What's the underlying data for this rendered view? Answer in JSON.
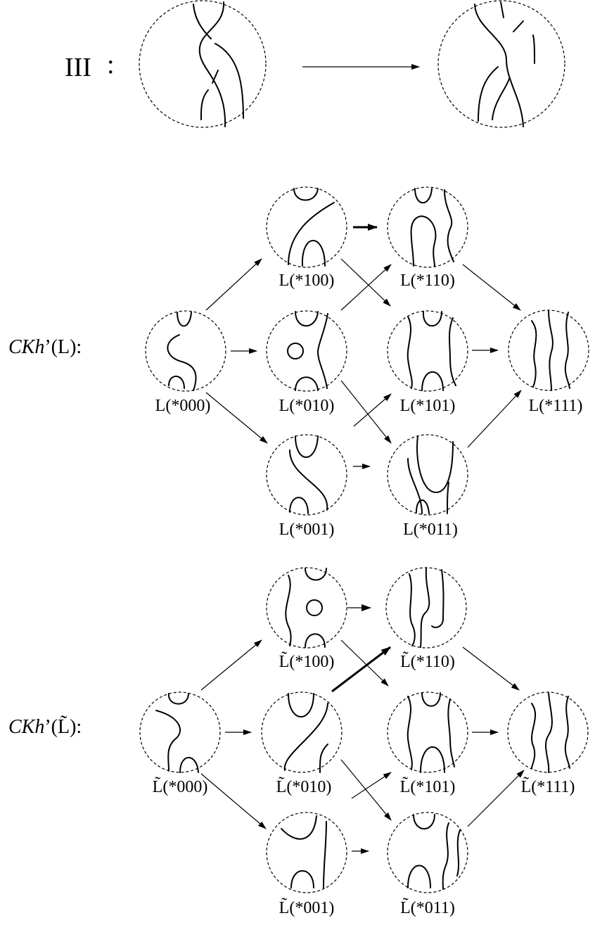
{
  "move_label": "III",
  "move_colon": ":",
  "complexes": [
    {
      "name_prefix": "CKh",
      "name_suffix": "’(L):",
      "nodes": {
        "n000": "L(*000)",
        "n100": "L(*100)",
        "n010": "L(*010)",
        "n001": "L(*001)",
        "n110": "L(*110)",
        "n101": "L(*101)",
        "n011": "L(*011)",
        "n111": "L(*111)"
      }
    },
    {
      "name_prefix": "CKh",
      "name_suffix": "’(L̃):",
      "nodes": {
        "n000": "L̃(*000)",
        "n100": "L̃(*100)",
        "n010": "L̃(*010)",
        "n001": "L̃(*001)",
        "n110": "L̃(*110)",
        "n101": "L̃(*101)",
        "n011": "L̃(*011)",
        "n111": "L̃(*111)"
      }
    }
  ]
}
